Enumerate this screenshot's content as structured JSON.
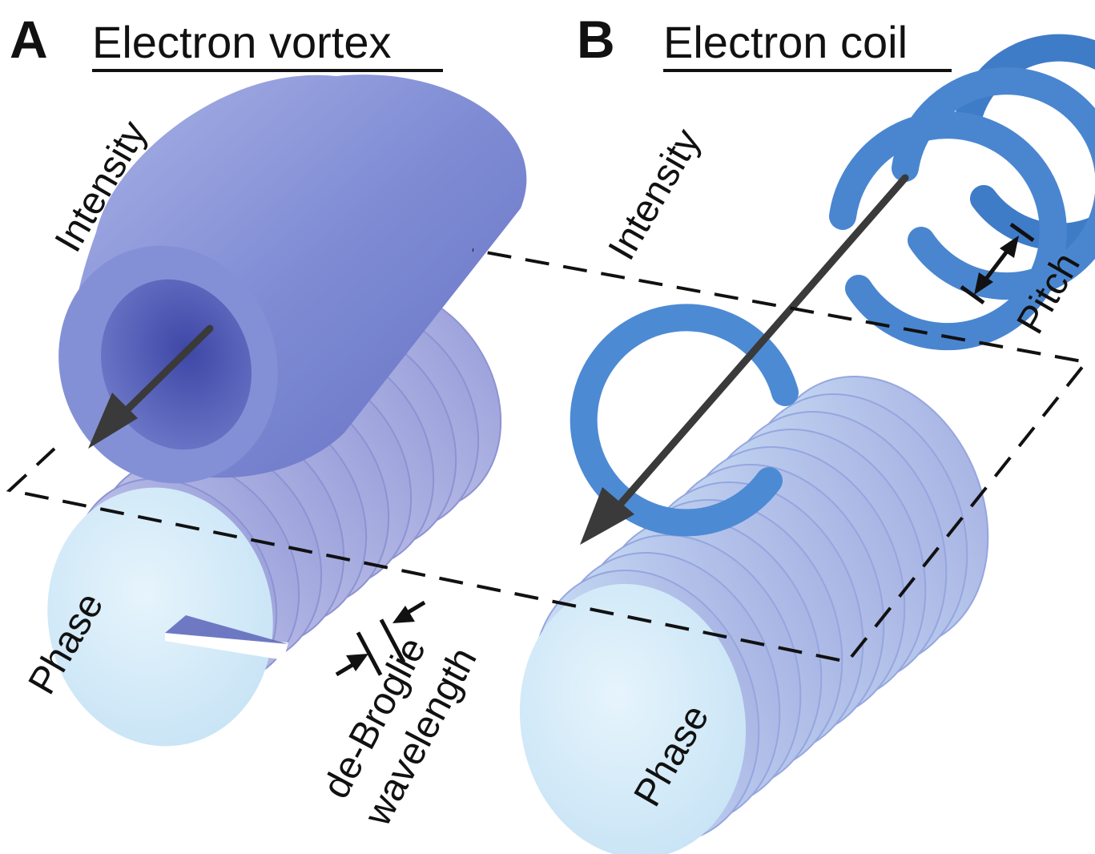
{
  "panels": [
    {
      "letter": "A",
      "title": "Electron vortex",
      "intensity_label": "Intensity",
      "phase_label": "Phase",
      "wavelength_label_line1": "de-Broglie",
      "wavelength_label_line2": "wavelength"
    },
    {
      "letter": "B",
      "title": "Electron coil",
      "intensity_label": "Intensity",
      "phase_label": "Phase",
      "pitch_label": "Pitch"
    }
  ],
  "colors": {
    "vortex_tube": "#7f8cd4",
    "phase_disc": "#d6ecf8",
    "phase_rings": "#b4b8e4",
    "coil": "#4a86d0",
    "arrow": "#3a3a3a",
    "dashes": "#111111"
  }
}
